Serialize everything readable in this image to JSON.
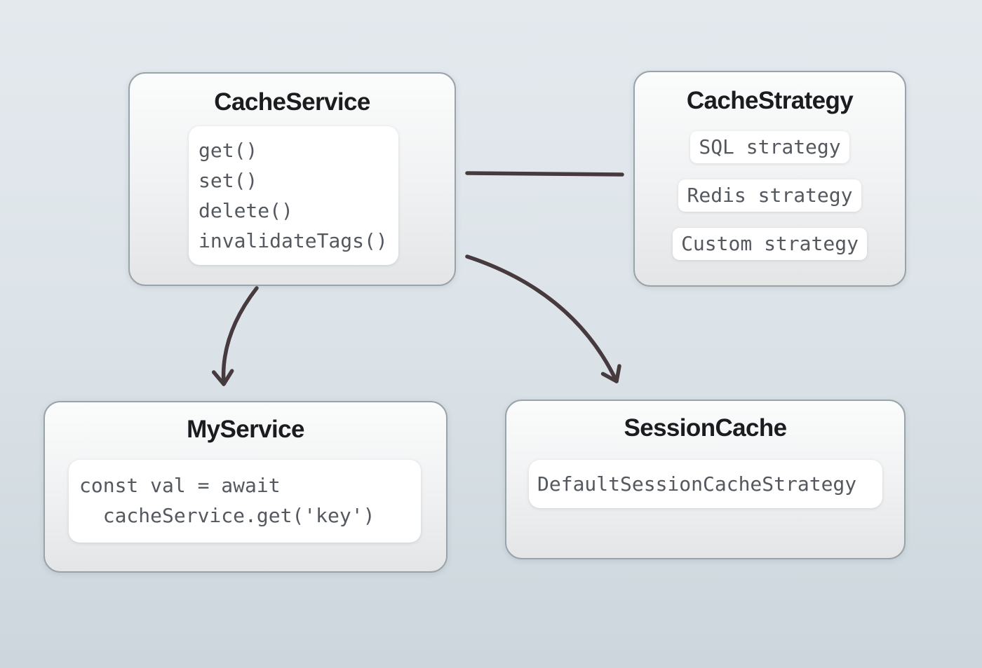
{
  "colors": {
    "background_top": "#e4e9ee",
    "background_bottom": "#ccd6dc",
    "node_border": "#99a3aa",
    "node_fill_top": "#fbfcfc",
    "node_fill_bottom": "#e3e5e6",
    "card_background": "#ffffff",
    "title_text": "#1a1c20",
    "code_text": "#54585f",
    "connector": "#463a3e"
  },
  "diagram": {
    "cache_service": {
      "title": "CacheService",
      "methods": [
        "get()",
        "set()",
        "delete()",
        "invalidateTags()"
      ]
    },
    "cache_strategy": {
      "title": "CacheStrategy",
      "strategies": [
        "SQL strategy",
        "Redis strategy",
        "Custom strategy"
      ]
    },
    "my_service": {
      "title": "MyService",
      "code_lines": [
        "const val = await",
        "  cacheService.get('key')"
      ]
    },
    "session_cache": {
      "title": "SessionCache",
      "strategy_label": "DefaultSessionCacheStrategy"
    },
    "connectors": [
      {
        "from": "CacheService",
        "to": "CacheStrategy",
        "style": "straight-line"
      },
      {
        "from": "CacheService",
        "to": "MyService",
        "style": "curved-arrow"
      },
      {
        "from": "CacheService",
        "to": "SessionCache",
        "style": "curved-arrow"
      }
    ]
  }
}
